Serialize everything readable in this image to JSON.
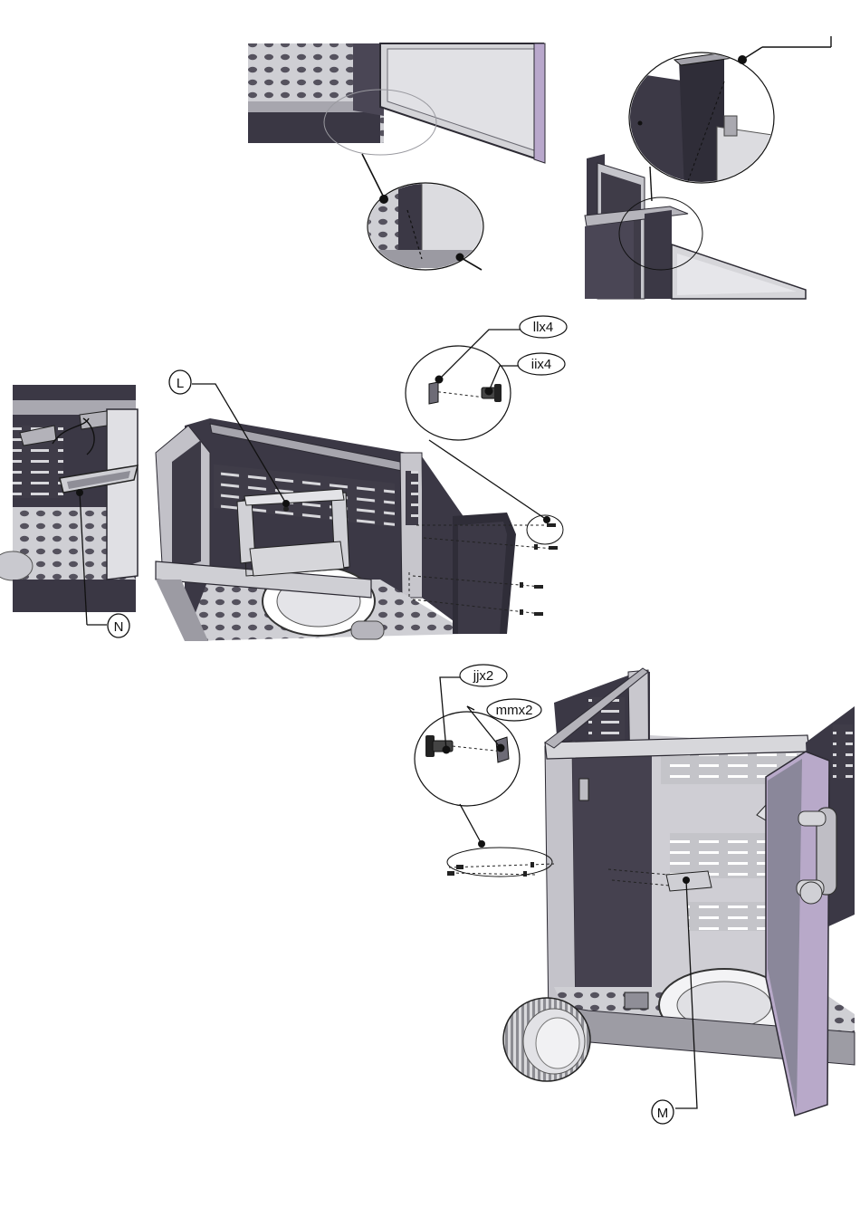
{
  "figure_panels": [
    "door-hinge-detail",
    "top-hinge-detail",
    "tray-assembly",
    "bracket-assembly",
    "cart-assembly"
  ],
  "part_labels": {
    "bolt_ll": "llx4",
    "bolt_ii": "iix4",
    "part_L": "L",
    "part_N": "N",
    "bolt_jj": "jjx2",
    "nut_mm": "mmx2",
    "part_M": "M"
  },
  "colors": {
    "panel_dark": "#3b3845",
    "steel_light": "#c9c9ce",
    "steel_mid": "#9a99a2",
    "door_face": "#d2d2d6",
    "door_edge": "#b8a9c9",
    "line": "#111111"
  }
}
